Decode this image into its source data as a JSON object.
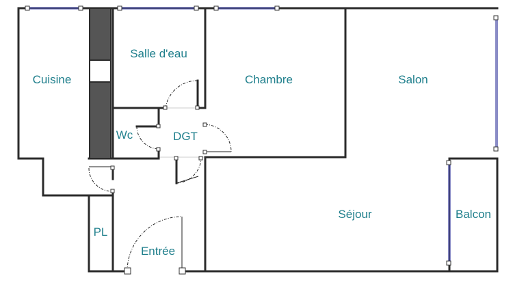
{
  "plan": {
    "rooms": [
      {
        "id": "cuisine",
        "label": "Cuisine"
      },
      {
        "id": "salle-d-eau",
        "label": "Salle d'eau"
      },
      {
        "id": "chambre",
        "label": "Chambre"
      },
      {
        "id": "salon",
        "label": "Salon"
      },
      {
        "id": "wc",
        "label": "Wc"
      },
      {
        "id": "dgt",
        "label": "DGT"
      },
      {
        "id": "sejour",
        "label": "Séjour"
      },
      {
        "id": "balcon",
        "label": "Balcon"
      },
      {
        "id": "pl",
        "label": "PL"
      },
      {
        "id": "entree",
        "label": "Entrée"
      }
    ],
    "colors": {
      "label": "#1f7f8c",
      "wall": "#2b2b2b",
      "window": "#4b4fa8",
      "gaine": "#555555"
    }
  }
}
